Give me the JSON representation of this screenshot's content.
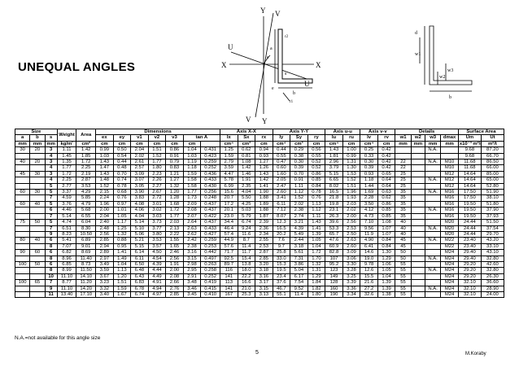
{
  "title": "UNEQUAL ANGLES",
  "diagram": {
    "labels": {
      "y_top": "Y",
      "v_top": "V",
      "u_left": "U",
      "x_left": "X",
      "x_right": "X",
      "u_right": "U",
      "v_bottom": "V",
      "y_bottom": "Y",
      "e_top": "e",
      "e_bottom": "e",
      "a": "a",
      "b": "b",
      "s": "s",
      "r1": "r1",
      "r2": "r2"
    },
    "side_labels": {
      "d": "d",
      "b": "b",
      "w1": "w1",
      "w2": "w2",
      "w3": "w3"
    }
  },
  "header": {
    "size": "Size",
    "weight": "Weight",
    "area": "Area",
    "dimensions": "Dimensions",
    "axis_xx": "Axis X-X",
    "axis_yy": "Axis Y-Y",
    "axis_uu": "Axis u-u",
    "axis_vv": "Axis v-v",
    "details": "Details",
    "surface": "Surface Area",
    "cols": [
      "a",
      "b",
      "s",
      "",
      "",
      "ex",
      "ey",
      "v1",
      "v2",
      "v3",
      "tan A",
      "Ix",
      "Sx",
      "rx",
      "Iy",
      "Sy",
      "ry",
      "Iu",
      "ru",
      "Iv",
      "rv",
      "w1",
      "w2",
      "w3",
      "dmax",
      "Um",
      "Ut"
    ],
    "units": [
      "mm",
      "mm",
      "mm",
      "kg/m'",
      "cm²",
      "cm",
      "cm",
      "cm",
      "cm",
      "cm",
      "cm",
      "",
      "cm⁴",
      "cm³",
      "cm",
      "cm⁴",
      "cm³",
      "cm",
      "cm⁴",
      "cm",
      "cm⁴",
      "cm",
      "mm",
      "mm",
      "mm",
      "mm",
      "x10⁻³ m²/m",
      "m²/t"
    ]
  },
  "rows": [
    [
      "30",
      "20",
      "3",
      "1.11",
      "1.42",
      "0.99",
      "0.50",
      "2.04",
      "1.51",
      "0.86",
      "1.04",
      "0.431",
      "1.25",
      "0.62",
      "0.94",
      "0.44",
      "0.29",
      "0.56",
      "1.43",
      "1.00",
      "0.25",
      "0.42",
      "",
      "",
      "N.A.",
      "",
      "9.68",
      "87.20"
    ],
    [
      "",
      "",
      "4",
      "1.45",
      "1.85",
      "1.03",
      "0.54",
      "2.02",
      "1.52",
      "0.91",
      "1.03",
      "0.423",
      "1.59",
      "0.81",
      "0.93",
      "0.55",
      "0.38",
      "0.55",
      "1.81",
      "0.99",
      "0.33",
      "0.42",
      "",
      "",
      "",
      "",
      "9.68",
      "66.70"
    ],
    [
      "40",
      "20",
      "3",
      "1.35",
      "1.72",
      "1.43",
      "0.44",
      "2.61",
      "1.77",
      "0.79",
      "1.19",
      "0.259",
      "2.79",
      "1.08",
      "1.27",
      "0.47",
      "0.30",
      "0.52",
      "2.96",
      "1.31",
      "0.30",
      "0.42",
      "22",
      "",
      "N.A.",
      "M10",
      "11.68",
      "86.50"
    ],
    [
      "",
      "",
      "4",
      "1.77",
      "2.25",
      "1.47",
      "0.48",
      "2.57",
      "1.80",
      "0.83",
      "1.18",
      "0.252",
      "3.59",
      "1.42",
      "1.26",
      "0.60",
      "0.39",
      "0.52",
      "3.79",
      "1.30",
      "0.39",
      "0.42",
      "22",
      "",
      "",
      "M10",
      "11.68",
      "66.00"
    ],
    [
      "45",
      "30",
      "3",
      "1.72",
      "2.19",
      "1.43",
      "0.70",
      "3.09",
      "2.23",
      "1.21",
      "1.59",
      "0.436",
      "4.47",
      "1.46",
      "1.43",
      "1.60",
      "0.70",
      "0.86",
      "5.15",
      "1.53",
      "0.93",
      "0.65",
      "25",
      "",
      "",
      "M12",
      "14.64",
      "85.00"
    ],
    [
      "",
      "",
      "4",
      "2.25",
      "2.87",
      "1.48",
      "0.74",
      "3.07",
      "2.26",
      "1.27",
      "1.58",
      "0.433",
      "5.78",
      "1.91",
      "1.42",
      "2.05",
      "0.91",
      "0.85",
      "6.65",
      "1.52",
      "1.18",
      "0.64",
      "25",
      "",
      "N.A.",
      "M12",
      "14.64",
      "65.00"
    ],
    [
      "",
      "",
      "5",
      "2.77",
      "3.53",
      "1.52",
      "0.78",
      "3.05",
      "2.27",
      "1.32",
      "1.58",
      "0.430",
      "6.99",
      "2.35",
      "1.41",
      "2.47",
      "1.11",
      "0.84",
      "8.02",
      "1.51",
      "1.44",
      "0.64",
      "25",
      "",
      "",
      "M12",
      "14.64",
      "52.80"
    ],
    [
      "60",
      "30",
      "5",
      "3.37",
      "4.29",
      "2.15",
      "0.68",
      "3.90",
      "2.67",
      "1.20",
      "1.77",
      "0.256",
      "15.6",
      "4.04",
      "1.90",
      "2.60",
      "1.12",
      "0.78",
      "16.5",
      "1.96",
      "1.69",
      "0.63",
      "35",
      "",
      "N.A.",
      "M16",
      "17.50",
      "51.90"
    ],
    [
      "",
      "",
      "7",
      "4.59",
      "5.85",
      "2.24",
      "0.76",
      "3.83",
      "2.72",
      "1.28",
      "1.73",
      "0.248",
      "20.7",
      "5.50",
      "1.88",
      "3.41",
      "1.52",
      "0.76",
      "21.8",
      "1.93",
      "2.28",
      "0.62",
      "35",
      "",
      "",
      "M16",
      "17.50",
      "38.10"
    ],
    [
      "60",
      "40",
      "5",
      "3.76",
      "4.79",
      "1.96",
      "0.97",
      "4.08",
      "3.01",
      "1.68",
      "2.09",
      "0.437",
      "17.2",
      "4.25",
      "1.89",
      "6.11",
      "2.02",
      "1.13",
      "19.8",
      "2.03",
      "3.50",
      "0.86",
      "35",
      "",
      "",
      "M16",
      "19.50",
      "51.80"
    ],
    [
      "",
      "",
      "6",
      "4.46",
      "5.68",
      "2.00",
      "1.01",
      "4.06",
      "3.02",
      "1.72",
      "2.08",
      "0.437",
      "20.1",
      "5.03",
      "1.88",
      "7.12",
      "2.38",
      "1.12",
      "23.1",
      "2.02",
      "4.12",
      "0.85",
      "35",
      "",
      "N.A.",
      "M16",
      "19.50",
      "37.90"
    ],
    [
      "",
      "",
      "7",
      "5.14",
      "6.55",
      "2.04",
      "1.05",
      "4.04",
      "3.03",
      "1.77",
      "2.07",
      "0.422",
      "23.0",
      "5.79",
      "1.87",
      "8.07",
      "2.74",
      "1.11",
      "26.3",
      "2.00",
      "4.73",
      "0.85",
      "35",
      "",
      "",
      "M16",
      "19.50",
      "37.93"
    ],
    [
      "75",
      "50",
      "5",
      "4.74",
      "6.04",
      "2.40",
      "1.17",
      "5.14",
      "3.73",
      "2.03",
      "2.64",
      "0.437",
      "34.4",
      "6.74",
      "2.39",
      "12.3",
      "3.21",
      "1.43",
      "39.6",
      "2.56",
      "7.10",
      "1.08",
      "40",
      "",
      "",
      "M20",
      "24.44",
      "51.50"
    ],
    [
      "",
      "",
      "7",
      "6.51",
      "8.30",
      "2.48",
      "1.25",
      "5.10",
      "3.77",
      "2.13",
      "2.63",
      "0.433",
      "46.4",
      "9.24",
      "2.36",
      "16.5",
      "4.39",
      "1.41",
      "53.3",
      "2.53",
      "9.56",
      "1.07",
      "40",
      "",
      "N.A.",
      "M20",
      "24.44",
      "37.54"
    ],
    [
      "",
      "",
      "9",
      "8.23",
      "10.50",
      "2.56",
      "1.32",
      "5.06",
      "3.80",
      "2.22",
      "2.62",
      "0.427",
      "57.4",
      "11.6",
      "2.34",
      "20.2",
      "5.49",
      "1.39",
      "65.7",
      "2.50",
      "11.9",
      "1.07",
      "40",
      "",
      "",
      "M20",
      "24.44",
      "29.70"
    ],
    [
      "80",
      "40",
      "6",
      "5.41",
      "6.89",
      "2.85",
      "0.88",
      "5.21",
      "3.53",
      "1.55",
      "2.42",
      "0.259",
      "44.9",
      "8.7",
      "2.55",
      "7.6",
      "2.44",
      "1.05",
      "47.6",
      "2.63",
      "4.90",
      "0.84",
      "45",
      "",
      "N.A.",
      "M22",
      "23.40",
      "43.20"
    ],
    [
      "",
      "",
      "8",
      "7.07",
      "9.01",
      "2.94",
      "0.95",
      "5.15",
      "3.57",
      "1.65",
      "2.38",
      "0.253",
      "57.6",
      "11.4",
      "2.53",
      "9.7",
      "3.18",
      "1.04",
      "60.9",
      "2.60",
      "6.41",
      "0.84",
      "45",
      "",
      "",
      "M22",
      "23.40",
      "33.10"
    ],
    [
      "90",
      "60",
      "6",
      "6.82",
      "8.69",
      "2.89",
      "1.41",
      "6.14",
      "4.50",
      "2.46",
      "3.16",
      "0.442",
      "71.7",
      "11.7",
      "2.87",
      "25.8",
      "5.61",
      "1.72",
      "82.8",
      "3.09",
      "14.6",
      "1.30",
      "50",
      "",
      "",
      "M24",
      "29.40",
      "43.10"
    ],
    [
      "",
      "",
      "8",
      "8.96",
      "11.40",
      "2.97",
      "1.49",
      "6.11",
      "4.54",
      "2.56",
      "3.15",
      "0.497",
      "92.5",
      "15.4",
      "2.85",
      "33.0",
      "7.31",
      "1.70",
      "107",
      "3.06",
      "19.0",
      "1.29",
      "50",
      "",
      "N.A.",
      "M24",
      "29.40",
      "32.80"
    ],
    [
      "100",
      "50",
      "6",
      "6.85",
      "8.73",
      "3.49",
      "1.04",
      "6.50",
      "4.39",
      "1.91",
      "2.98",
      "0.263",
      "89.7",
      "13.8",
      "3.20",
      "15.3",
      "3.86",
      "1.32",
      "95.2",
      "3.30",
      "9.78",
      "1.06",
      "55",
      "",
      "",
      "M24",
      "29.20",
      "42.60"
    ],
    [
      "",
      "",
      "8",
      "8.99",
      "11.50",
      "3.59",
      "1.13",
      "6.48",
      "4.44",
      "2.00",
      "2.95",
      "0.258",
      "116",
      "18.0",
      "3.18",
      "19.5",
      "5.04",
      "1.31",
      "123",
      "3.28",
      "12.6",
      "1.05",
      "55",
      "",
      "N.A.",
      "M24",
      "29.20",
      "32.80"
    ],
    [
      "",
      "",
      "10",
      "11.10",
      "14.10",
      "3.67",
      "1.20",
      "6.43",
      "4.49",
      "2.08",
      "2.91",
      "0.252",
      "141",
      "22.2",
      "3.16",
      "23.4",
      "6.17",
      "1.29",
      "149",
      "3.25",
      "15.5",
      "1.04",
      "55",
      "",
      "",
      "M24",
      "29.20",
      "26.30"
    ],
    [
      "100",
      "65",
      "7",
      "8.77",
      "11.20",
      "3.23",
      "1.51",
      "6.83",
      "4.91",
      "2.66",
      "3.48",
      "0.419",
      "113",
      "16.6",
      "3.17",
      "37.6",
      "7.54",
      "1.84",
      "128",
      "3.39",
      "21.6",
      "1.39",
      "55",
      "",
      "",
      "M24",
      "32.10",
      "36.60"
    ],
    [
      "",
      "",
      "9",
      "11.10",
      "14.20",
      "3.32",
      "1.59",
      "6.78",
      "4.94",
      "2.76",
      "3.46",
      "0.415",
      "141",
      "21.0",
      "3.15",
      "46.7",
      "9.52",
      "1.82",
      "160",
      "3.36",
      "27.2",
      "1.39",
      "55",
      "",
      "N.A.",
      "M24",
      "32.10",
      "28.90"
    ],
    [
      "",
      "",
      "11",
      "13.40",
      "17.10",
      "3.40",
      "1.67",
      "6.74",
      "4.97",
      "2.85",
      "3.45",
      "0.410",
      "167",
      "25.3",
      "3.13",
      "55.1",
      "11.4",
      "1.80",
      "190",
      "3.34",
      "32.6",
      "1.38",
      "55",
      "",
      "",
      "M24",
      "32.10",
      "24.00"
    ]
  ],
  "note": "N.A.=not available for this angle size",
  "page_number": "5",
  "author": "M.Koraby"
}
